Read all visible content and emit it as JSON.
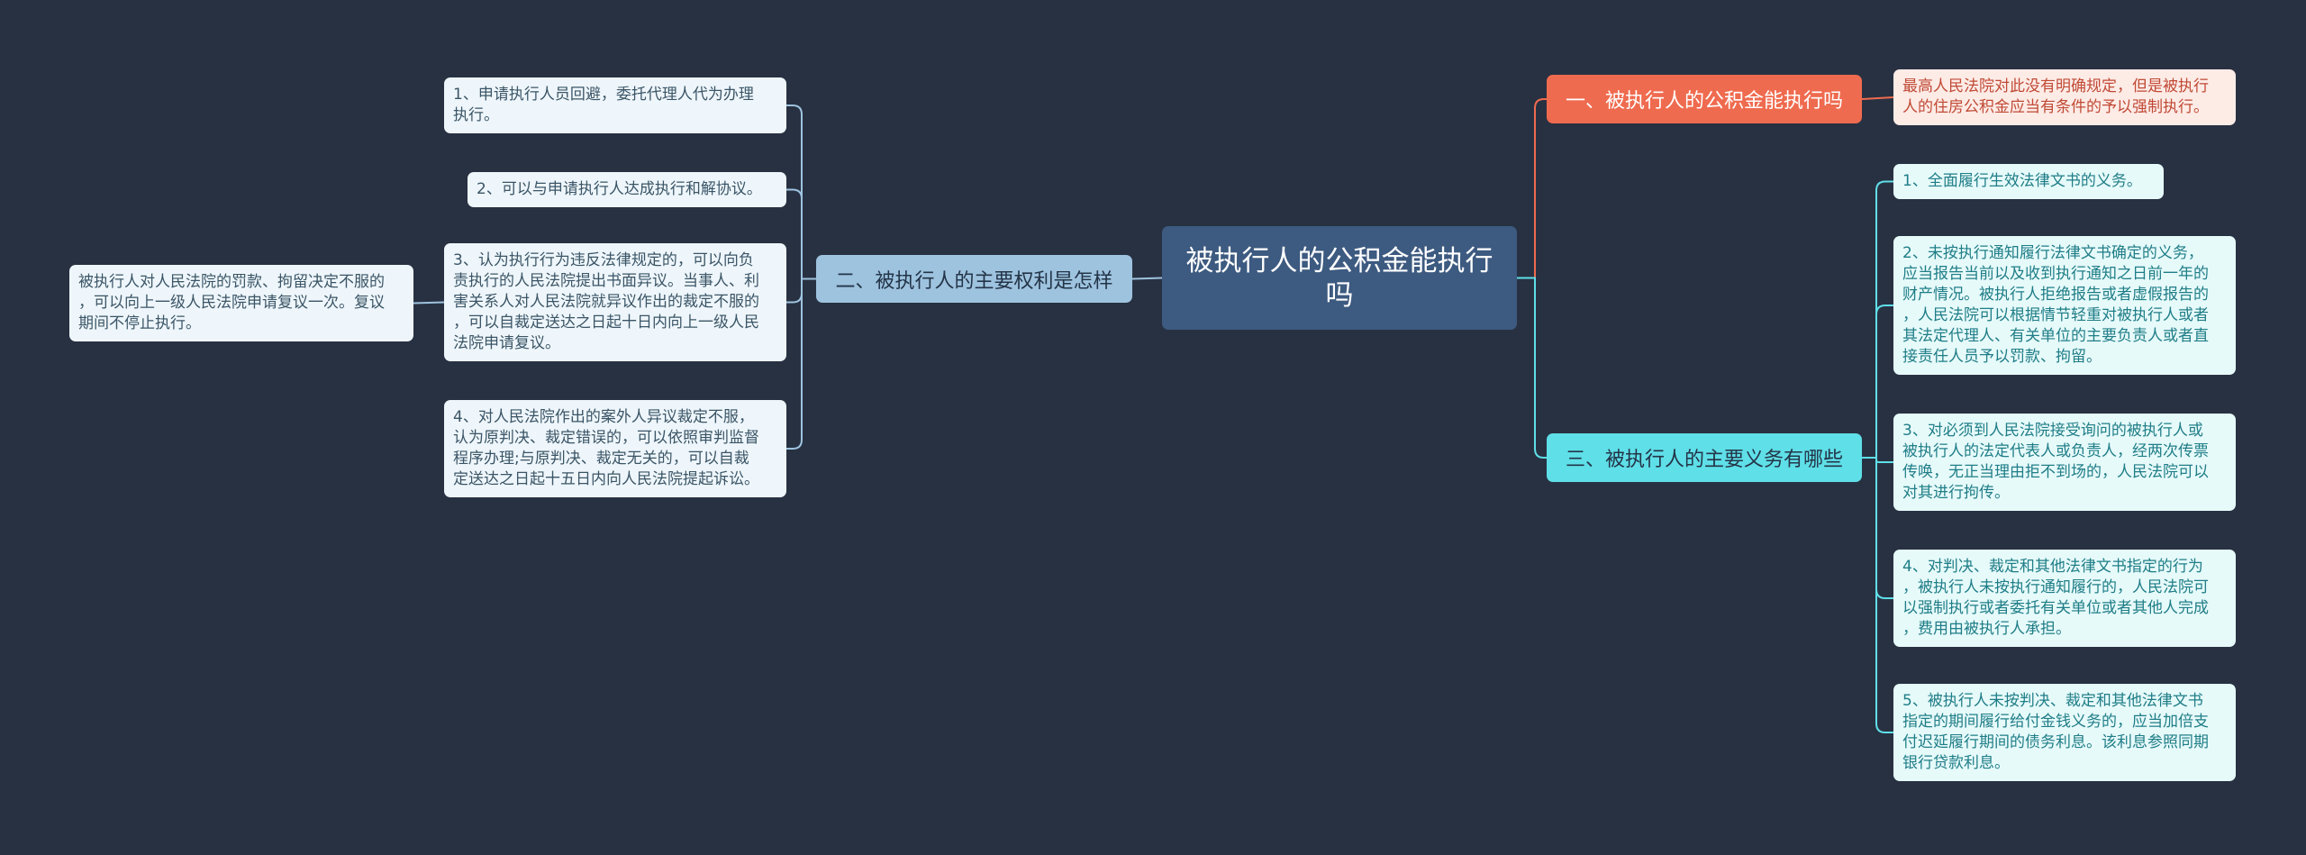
{
  "root": {
    "line1": "被执行人的公积金能执行",
    "line2": "吗"
  },
  "branch_left": {
    "label": "二、被执行人的主要权利是怎样",
    "items": [
      [
        "1、申请执行人员回避，委托代理人代为办理",
        "执行。"
      ],
      [
        "2、可以与申请执行人达成执行和解协议。"
      ],
      [
        "3、认为执行行为违反法律规定的，可以向负",
        "责执行的人民法院提出书面异议。当事人、利",
        "害关系人对人民法院就异议作出的裁定不服的",
        "，可以自裁定送达之日起十日内向上一级人民",
        "法院申请复议。"
      ],
      [
        "4、对人民法院作出的案外人异议裁定不服，",
        "认为原判决、裁定错误的，可以依照审判监督",
        "程序办理;与原判决、裁定无关的，可以自裁",
        "定送达之日起十五日内向人民法院提起诉讼。"
      ]
    ],
    "sub_item": [
      "被执行人对人民法院的罚款、拘留决定不服的",
      "，可以向上一级人民法院申请复议一次。复议",
      "期间不停止执行。"
    ]
  },
  "branch_top": {
    "label": "一、被执行人的公积金能执行吗",
    "items": [
      [
        "最高人民法院对此没有明确规定，但是被执行",
        "人的住房公积金应当有条件的予以强制执行。"
      ]
    ]
  },
  "branch_bottom": {
    "label": "三、被执行人的主要义务有哪些",
    "items": [
      [
        "1、全面履行生效法律文书的义务。"
      ],
      [
        "2、未按执行通知履行法律文书确定的义务，",
        "应当报告当前以及收到执行通知之日前一年的",
        "财产情况。被执行人拒绝报告或者虚假报告的",
        "，人民法院可以根据情节轻重对被执行人或者",
        "其法定代理人、有关单位的主要负责人或者直",
        "接责任人员予以罚款、拘留。"
      ],
      [
        "3、对必须到人民法院接受询问的被执行人或",
        "被执行人的法定代表人或负责人，经两次传票",
        "传唤，无正当理由拒不到场的，人民法院可以",
        "对其进行拘传。"
      ],
      [
        "4、对判决、裁定和其他法律文书指定的行为",
        "，被执行人未按执行通知履行的，人民法院可",
        "以强制执行或者委托有关单位或者其他人完成",
        "，费用由被执行人承担。"
      ],
      [
        "5、被执行人未按判决、裁定和其他法律文书",
        "指定的期间履行给付金钱义务的，应当加倍支",
        "付迟延履行期间的债务利息。该利息参照同期",
        "银行贷款利息。"
      ]
    ]
  },
  "colors": {
    "background": "#283142",
    "root": "#3d5a80",
    "left_branch": "#9ec3df",
    "top_branch": "#ef6b4f",
    "bottom_branch": "#5fdfe8"
  }
}
